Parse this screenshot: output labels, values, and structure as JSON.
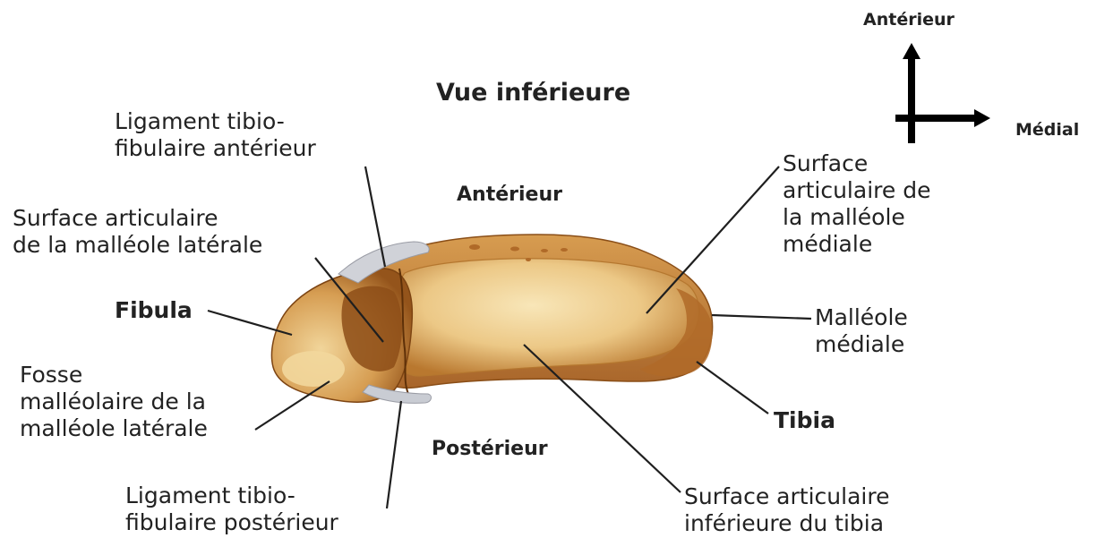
{
  "title": "Vue inférieure",
  "orientation": {
    "anterior": "Antérieur",
    "medial": "Médial"
  },
  "regions": {
    "anterior": "Antérieur",
    "posterior": "Postérieur"
  },
  "labels": {
    "lig_ant": [
      "Ligament tibio-",
      "fibulaire antérieur"
    ],
    "surf_lat": [
      "Surface articulaire",
      "de la malléole latérale"
    ],
    "fibula": "Fibula",
    "fosse": [
      "Fosse",
      "malléolaire de la",
      "malléole latérale"
    ],
    "lig_post": [
      "Ligament tibio-",
      "fibulaire postérieur"
    ],
    "surf_med": [
      "Surface",
      "articulaire de",
      "la malléole",
      "médiale"
    ],
    "malleole_med": [
      "Malléole",
      "médiale"
    ],
    "tibia": "Tibia",
    "surf_inf": [
      "Surface articulaire",
      "inférieure du tibia"
    ]
  },
  "colors": {
    "bone_light": "#f3dca2",
    "bone_mid": "#dba45a",
    "bone_dark": "#9c5a1c",
    "ligament": "#c9ccd3",
    "leader": "#222222"
  }
}
